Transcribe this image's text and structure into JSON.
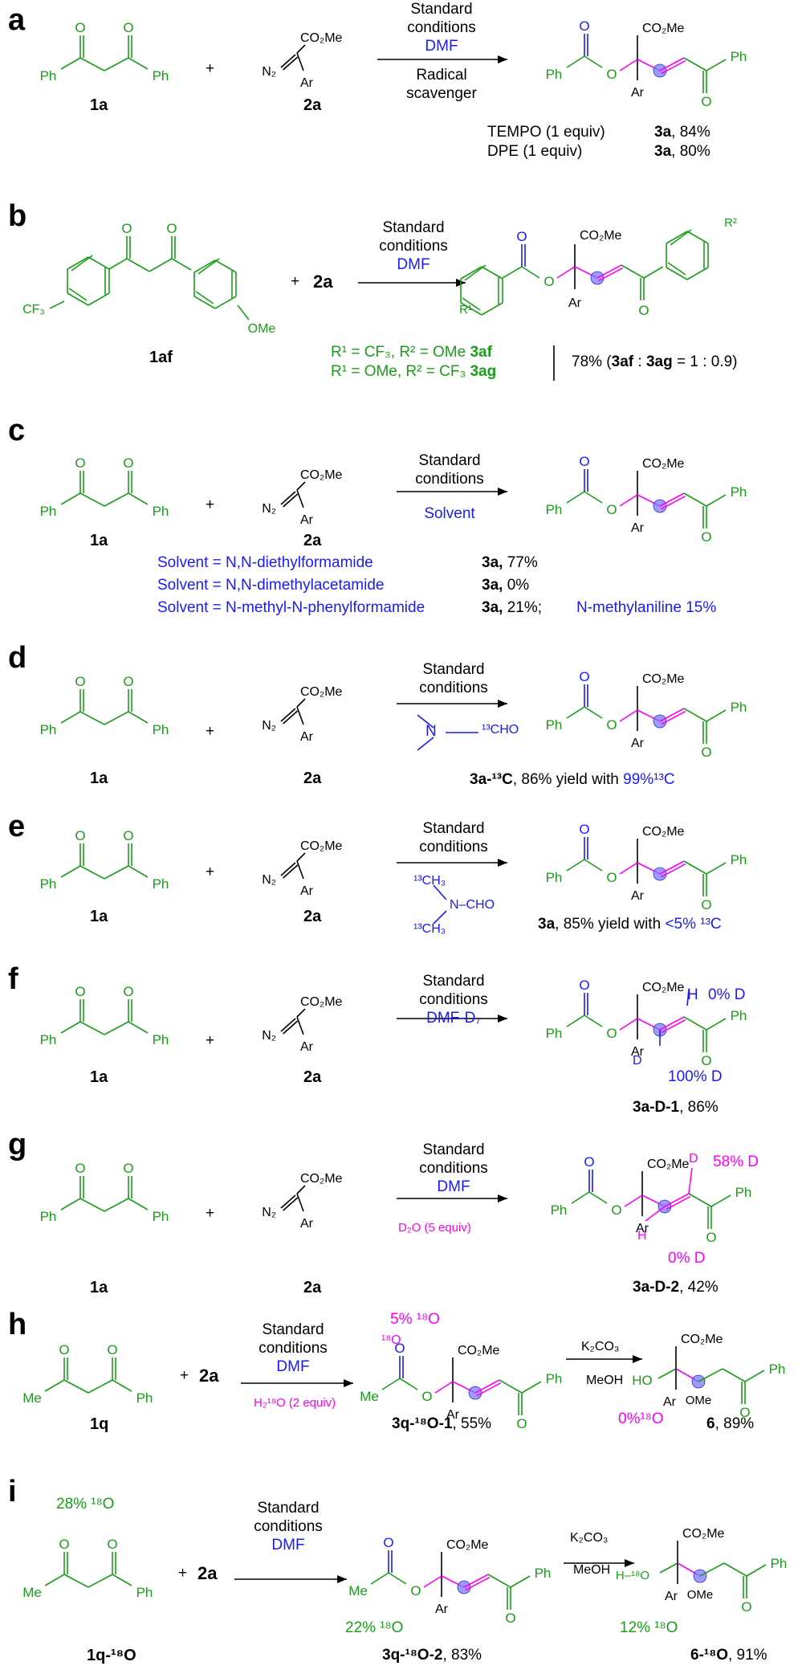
{
  "panels": {
    "a": {
      "label": "a",
      "reactant1": "1a",
      "reactant2": "2a",
      "plus": "+",
      "cond_top1": "Standard",
      "cond_top2": "conditions",
      "cond_top3": "DMF",
      "cond_bot1": "Radical",
      "cond_bot2": "scavenger",
      "result1_left": "TEMPO (1 equiv)",
      "result1_cmpd": "3a",
      "result1_yield": ", 84%",
      "result2_left": "DPE (1 equiv)",
      "result2_cmpd": "3a",
      "result2_yield": ", 80%"
    },
    "b": {
      "label": "b",
      "reactant1": "1af",
      "reactant2": "2a",
      "plus": "+",
      "cond_top1": "Standard",
      "cond_top2": "conditions",
      "cond_top3": "DMF",
      "r_line1": "R¹ = CF₃, R² = OMe",
      "r_line1_cmpd": "3af",
      "r_line2": "R¹ = OMe, R² = CF₃",
      "r_line2_cmpd": "3ag",
      "result_a": "78% (",
      "result_b": "3af",
      "result_c": " : ",
      "result_d": "3ag",
      "result_e": " = 1 : 0.9)"
    },
    "c": {
      "label": "c",
      "reactant1": "1a",
      "reactant2": "2a",
      "plus": "+",
      "cond_top1": "Standard",
      "cond_top2": "conditions",
      "cond_bot": "Solvent",
      "s1": "Solvent = N,N-diethylformamide",
      "s1_cmpd": "3a,",
      "s1_yield": " 77%",
      "s2": "Solvent = N,N-dimethylacetamide",
      "s2_cmpd": "3a,",
      "s2_yield": " 0%",
      "s3": "Solvent = N-methyl-N-phenylformamide",
      "s3_cmpd": "3a,",
      "s3_yield": " 21%;",
      "s3_extra": "N-methylaniline 15%"
    },
    "d": {
      "label": "d",
      "reactant1": "1a",
      "reactant2": "2a",
      "plus": "+",
      "cond_top1": "Standard",
      "cond_top2": "conditions",
      "reagent": "N",
      "reagent_cho": "¹³CHO",
      "product": "3a-¹³C",
      "result": ", 86% yield with ",
      "result_blue": "99%¹³C"
    },
    "e": {
      "label": "e",
      "reactant1": "1a",
      "reactant2": "2a",
      "plus": "+",
      "cond_top1": "Standard",
      "cond_top2": "conditions",
      "me1": "¹³CH₃",
      "me2": "¹³CH₃",
      "ncho": "N–CHO",
      "product": "3a",
      "result": ", 85% yield with ",
      "result_blue": "<5% ¹³C"
    },
    "f": {
      "label": "f",
      "reactant1": "1a",
      "reactant2": "2a",
      "plus": "+",
      "cond_top1": "Standard",
      "cond_top2": "conditions",
      "cond_top3": "DMF-D₇",
      "h_label": "H",
      "h_pct": "0% D",
      "d_label": "D",
      "d_pct": "100% D",
      "product": "3a-D-1",
      "yield": ", 86%"
    },
    "g": {
      "label": "g",
      "reactant1": "1a",
      "reactant2": "2a",
      "plus": "+",
      "cond_top1": "Standard",
      "cond_top2": "conditions",
      "cond_top3": "DMF",
      "cond_bot": "D₂O (5 equiv)",
      "d_label": "D",
      "d_pct": "58% D",
      "h_label": "H",
      "h_pct": "0% D",
      "product": "3a-D-2",
      "yield": ", 42%"
    },
    "h": {
      "label": "h",
      "reactant1": "1q",
      "reactant2": "2a",
      "plus": "+",
      "cond_top1": "Standard",
      "cond_top2": "conditions",
      "cond_top3": "DMF",
      "cond_bot": "H₂¹⁸O (2 equiv)",
      "pct_top": "5% ¹⁸O",
      "o18": "¹⁸O",
      "product1": "3q-¹⁸O-1",
      "yield1": ", 55%",
      "k2co3": "K₂CO₃",
      "meoh": "MeOH",
      "pct_bottom": "0%¹⁸O",
      "product2": "6",
      "yield2": ", 89%"
    },
    "i": {
      "label": "i",
      "reactant1": "1q-¹⁸O",
      "reactant2": "2a",
      "plus": "+",
      "pct_start": "28% ¹⁸O",
      "cond_top1": "Standard",
      "cond_top2": "conditions",
      "cond_top3": "DMF",
      "pct_mid": "22% ¹⁸O",
      "product1": "3q-¹⁸O-2",
      "yield1": ", 83%",
      "k2co3": "K₂CO₃",
      "meoh": "MeOH",
      "pct_end": "12% ¹⁸O",
      "product2": "6-¹⁸O",
      "yield2": ", 91%"
    }
  },
  "atoms": {
    "Ph": "Ph",
    "O": "O",
    "Me": "Me",
    "Ar": "Ar",
    "CO2Me": "CO₂Me",
    "N2": "N₂",
    "CF3": "CF₃",
    "OMe": "OMe",
    "R1": "R¹",
    "R2": "R²",
    "HO": "HO",
    "H18O": "H–¹⁸O",
    "O18": "¹⁸O"
  },
  "colors": {
    "green": "#1a9e1a",
    "blue": "#1a1aff",
    "magenta": "#ff00ff",
    "radical": "#7b7bff"
  }
}
